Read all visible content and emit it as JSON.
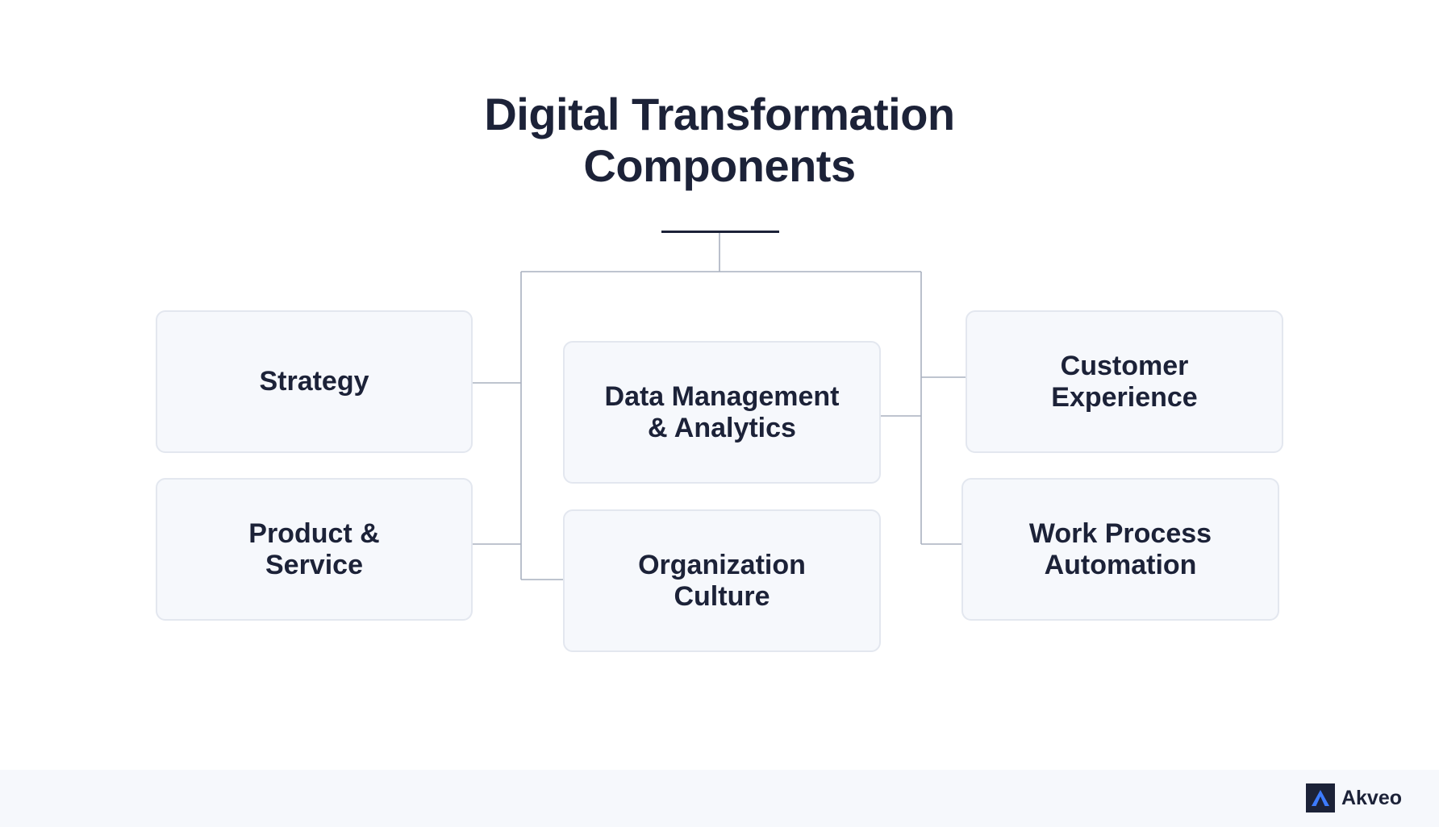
{
  "title": {
    "line1": "Digital Transformation",
    "line2": "Components"
  },
  "components": {
    "strategy": [
      "Strategy"
    ],
    "product_service": [
      "Product &",
      "Service"
    ],
    "data_management": [
      "Data Management",
      "& Analytics"
    ],
    "organization_culture": [
      "Organization",
      "Culture"
    ],
    "customer_experience": [
      "Customer",
      "Experience"
    ],
    "work_process": [
      "Work Process",
      "Automation"
    ]
  },
  "footer": {
    "brand_name": "Akveo",
    "logo_icon": "akveo-logo-icon"
  },
  "colors": {
    "text": "#1c2238",
    "box_fill": "#f6f8fc",
    "box_border": "#e3e7ef",
    "connector": "#a9b0bf",
    "logo_accent": "#3d7bff"
  }
}
